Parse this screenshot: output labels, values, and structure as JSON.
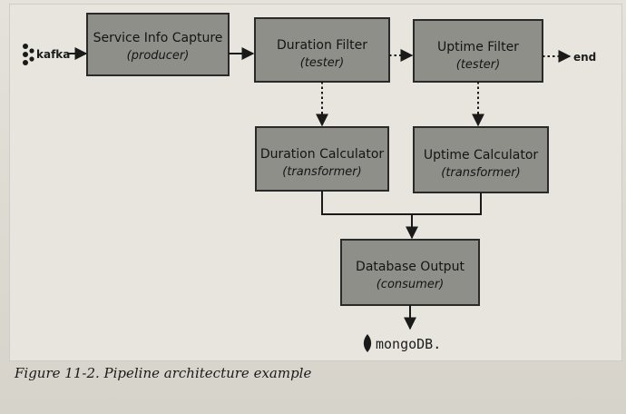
{
  "figure": {
    "caption": "Figure 11-2. Pipeline architecture example"
  },
  "nodes": {
    "service_info_capture": {
      "title": "Service Info Capture",
      "role": "(producer)"
    },
    "duration_filter": {
      "title": "Duration Filter",
      "role": "(tester)"
    },
    "uptime_filter": {
      "title": "Uptime Filter",
      "role": "(tester)"
    },
    "duration_calculator": {
      "title": "Duration Calculator",
      "role": "(transformer)"
    },
    "uptime_calculator": {
      "title": "Uptime Calculator",
      "role": "(transformer)"
    },
    "database_output": {
      "title": "Database Output",
      "role": "(consumer)"
    }
  },
  "external": {
    "kafka": "kafka",
    "end": "end",
    "mongodb": "mongoDB."
  },
  "icons": [
    "kafka-icon",
    "mongodb-leaf-icon"
  ],
  "colors": {
    "node_fill": "#8f8f8a",
    "stroke": "#1a1a1a"
  }
}
